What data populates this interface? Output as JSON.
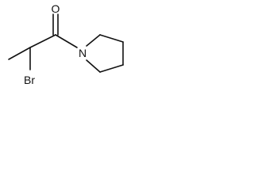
{
  "molecule": {
    "atoms": {
      "oxygen": "O",
      "nitrogen": "N",
      "bromine": "Br"
    },
    "colors": {
      "bond": "#111111",
      "label": "#111111",
      "background": "#ffffff"
    }
  }
}
